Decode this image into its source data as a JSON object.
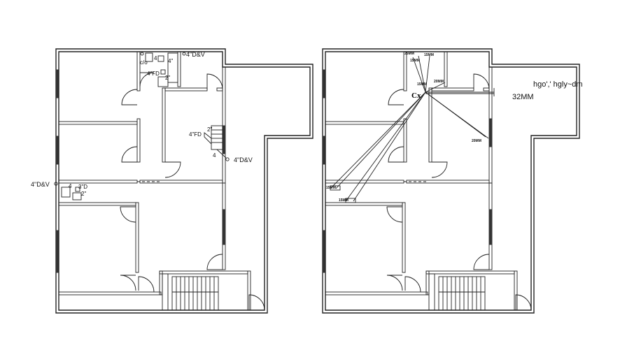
{
  "left_plan": {
    "labels": {
      "dv_top": "4\"D&V",
      "dv_mid": "4\"D&V",
      "dv_left": "4\"D&V",
      "fd_top": "4\"FD",
      "fd_mid": "4\"FD",
      "co": "c/o",
      "num_4a": "4",
      "num_4b": "4\"",
      "num_2a": "2\"",
      "num_2b": "2\"",
      "num_4c": "4",
      "num_4d": "4",
      "num_3": "3\"D",
      "num_2c": "2\""
    }
  },
  "right_plan": {
    "labels": {
      "cx": "Cx",
      "mm32": "32MM",
      "noise": "hgo',' hgly~dm",
      "p1": "25MM",
      "p2": "15MM",
      "p3": "15MM",
      "p4": "15MM",
      "p5": "20MM",
      "p6": "20MM",
      "p7": "15MM",
      "p8": "15MM"
    }
  }
}
